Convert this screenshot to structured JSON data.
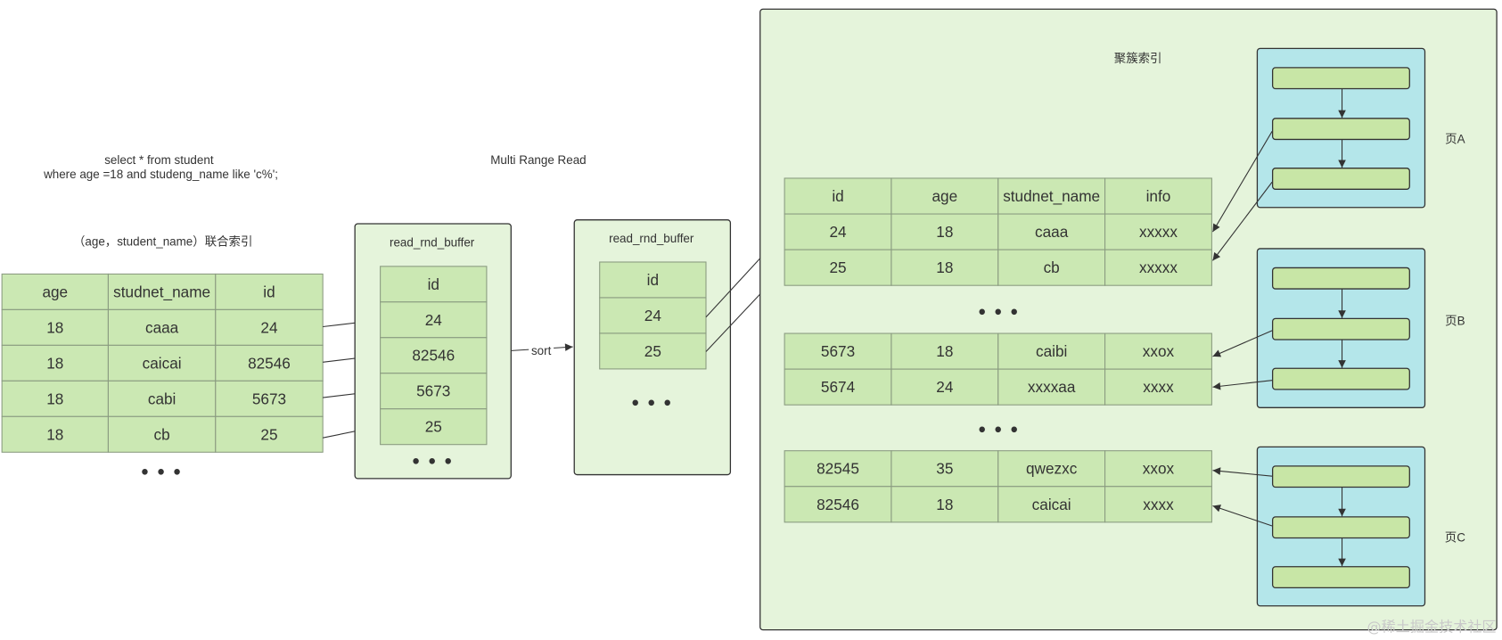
{
  "query": {
    "line1": "select * from student",
    "line2": "where age =18 and studeng_name like 'c%';"
  },
  "secondary_index": {
    "title": "（age，student_name）联合索引",
    "columns": [
      "age",
      "studnet_name",
      "id"
    ],
    "rows": [
      [
        "18",
        "caaa",
        "24"
      ],
      [
        "18",
        "caicai",
        "82546"
      ],
      [
        "18",
        "cabi",
        "5673"
      ],
      [
        "18",
        "cb",
        "25"
      ]
    ],
    "more": "• • •"
  },
  "mrr_title": "Multi Range Read",
  "buffer_before_sort": {
    "title": "read_rnd_buffer",
    "column": "id",
    "values": [
      "24",
      "82546",
      "5673",
      "25"
    ],
    "more": "• • •"
  },
  "sort_label": "sort",
  "buffer_after_sort": {
    "title": "read_rnd_buffer",
    "column": "id",
    "values": [
      "24",
      "25"
    ],
    "more": "• • •"
  },
  "clustered_index": {
    "title": "聚簇索引",
    "columns": [
      "id",
      "age",
      "studnet_name",
      "info"
    ],
    "row_groups": [
      [
        [
          "24",
          "18",
          "caaa",
          "xxxxx"
        ],
        [
          "25",
          "18",
          "cb",
          "xxxxx"
        ]
      ],
      [
        [
          "5673",
          "18",
          "caibi",
          "xxox"
        ],
        [
          "5674",
          "24",
          "xxxxaa",
          "xxxx"
        ]
      ],
      [
        [
          "82545",
          "35",
          "qwezxc",
          "xxox"
        ],
        [
          "82546",
          "18",
          "caicai",
          "xxxx"
        ]
      ]
    ],
    "gap_marker": "• • •",
    "pages": [
      {
        "label": "页A"
      },
      {
        "label": "页B"
      },
      {
        "label": "页C"
      }
    ]
  },
  "watermark": "@稀土掘金技术社区",
  "colors": {
    "cell_fill": "#cbe8b3",
    "container_fill": "#e5f4db",
    "page_fill": "#b4e6ea",
    "record_fill": "#c8e6a6"
  }
}
